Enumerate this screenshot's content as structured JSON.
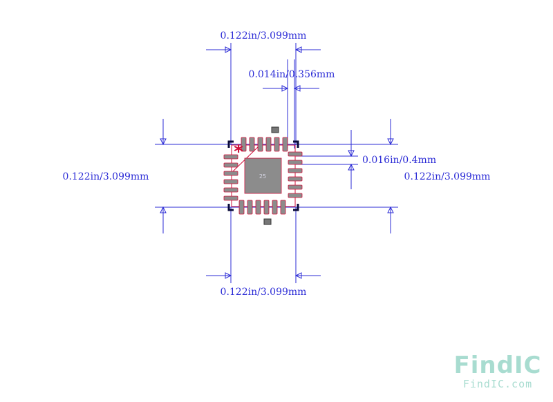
{
  "diagram": {
    "dimensions": {
      "top_width": "0.122in/3.099mm",
      "pad_width": "0.014in/0.356mm",
      "pitch": "0.016in/0.4mm",
      "left_height": "0.122in/3.099mm",
      "right_height": "0.122in/3.099mm",
      "bottom_width": "0.122in/3.099mm"
    },
    "package": {
      "center_pad_label": "25",
      "pin1_marker": "*",
      "pads_per_side": 6
    },
    "watermark": {
      "logo": "FindIC",
      "url": "FindIC.com"
    },
    "colors": {
      "dimension": "#2b2bd6",
      "outline": "#d0103a",
      "pad": "#8c8c8c",
      "corner": "#0a0a3a",
      "watermark": "#a8dcd0"
    }
  }
}
